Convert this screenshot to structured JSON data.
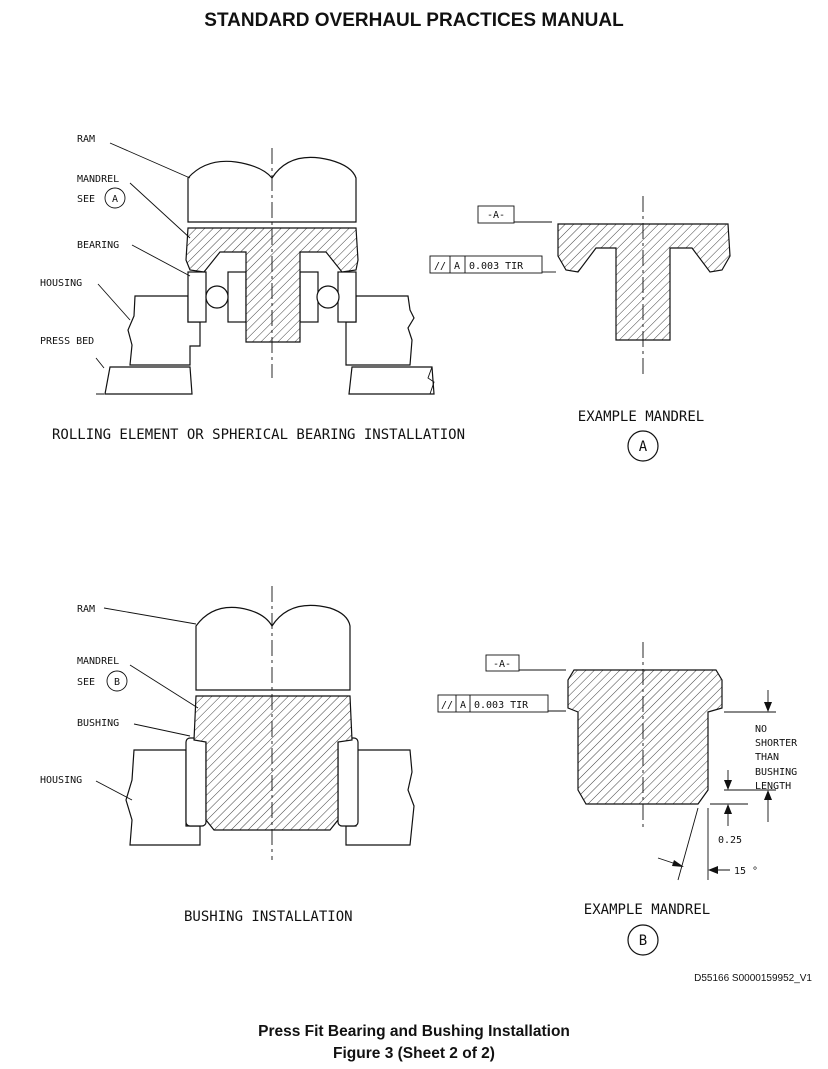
{
  "header": {
    "title": "STANDARD OVERHAUL PRACTICES MANUAL"
  },
  "diagram_top": {
    "labels": {
      "ram": "RAM",
      "mandrel": "MANDREL",
      "see": "SEE",
      "see_ref": "A",
      "bearing": "BEARING",
      "housing": "HOUSING",
      "press_bed": "PRESS BED"
    },
    "title": "ROLLING ELEMENT OR SPHERICAL BEARING INSTALLATION",
    "mandrel_example": {
      "datum": "-A-",
      "fcf_symbol": "//",
      "fcf_datum": "A",
      "fcf_value": "0.003 TIR",
      "title": "EXAMPLE MANDREL",
      "ref": "A"
    }
  },
  "diagram_bottom": {
    "labels": {
      "ram": "RAM",
      "mandrel": "MANDREL",
      "see": "SEE",
      "see_ref": "B",
      "bushing": "BUSHING",
      "housing": "HOUSING"
    },
    "title": "BUSHING INSTALLATION",
    "mandrel_example": {
      "datum": "-A-",
      "fcf_symbol": "//",
      "fcf_datum": "A",
      "fcf_value": "0.003 TIR",
      "note_lines": [
        "NO",
        "SHORTER",
        "THAN",
        "BUSHING",
        "LENGTH"
      ],
      "dim_chamfer": "0.25",
      "dim_angle": "15 °",
      "title": "EXAMPLE MANDREL",
      "ref": "B"
    }
  },
  "doc_id": "D55166 S0000159952_V1",
  "caption": {
    "line1": "Press Fit Bearing and Bushing Installation",
    "line2": "Figure 3  (Sheet 2 of 2)"
  }
}
